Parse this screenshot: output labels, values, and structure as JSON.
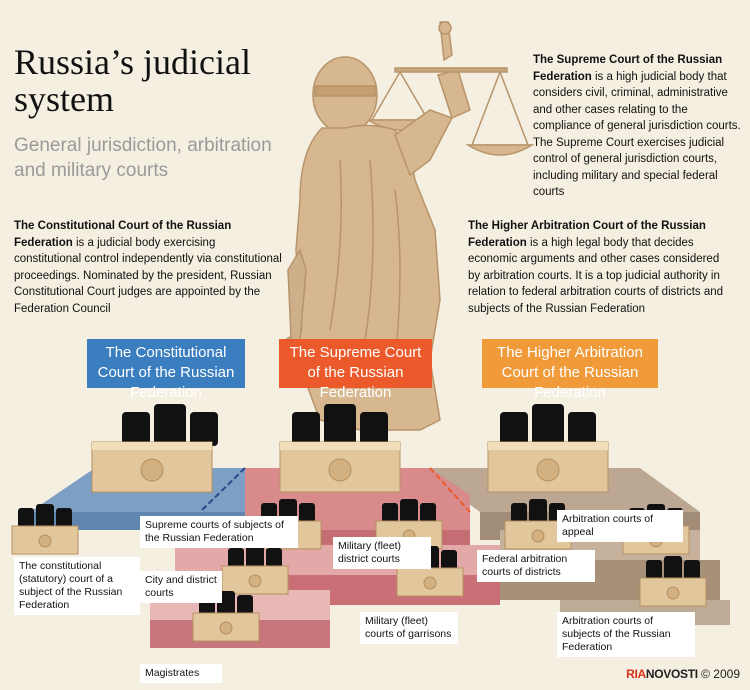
{
  "title": "Russia’s judicial system",
  "subtitle": "General jurisdiction, arbitration and military courts",
  "descriptions": {
    "constitutional": {
      "bold": "The Constitutional Court of the Russian Federation",
      "text": " is a judicial body exercising constitutional control independently via constitutional proceedings. Nominated by the president, Russian Constitutional Court judges are appointed by the Federation Council"
    },
    "supreme": {
      "bold": "The Supreme Court of the Russian Federation",
      "text": " is a high judicial body that considers civil, criminal, administrative and other cases relating to the compliance of general jurisdiction courts. The Supreme Court exercises judicial control of general jurisdiction courts, including military and special federal courts"
    },
    "arbitration": {
      "bold": "The Higher Arbitration Court of the Russian Federation",
      "text": " is a high legal body that decides economic arguments and other cases considered by arbitration courts. It is a top judicial authority in relation to federal arbitration courts of districts and subjects of the Russian Federation"
    }
  },
  "courts": {
    "constitutional": "The Constitutional Court of the Russian Federation",
    "supreme": "The Supreme Court of the Russian Federation",
    "arbitration": "The Higher Arbitration Court of the Russian Federation"
  },
  "colors": {
    "constitutional": "#3b7ec0",
    "supreme": "#ec5a2c",
    "arbitration": "#f19a3a",
    "background": "#f4efe0"
  },
  "callouts": {
    "statutory": "The constitutional (statutory) court of a subject of the Russian Federation",
    "supreme_subjects": "Supreme courts of subjects of the Russian Federation",
    "city_district": "City and district courts",
    "magistrates": "Magistrates",
    "military_district": "Military (fleet) district courts",
    "military_garrisons": "Military (fleet) courts of garrisons",
    "arb_appeal": "Arbitration courts of appeal",
    "federal_arb_districts": "Federal arbitration courts of districts",
    "arb_subjects": "Arbitration courts of subjects of the Russian Federation"
  },
  "credit": {
    "ria": "RIA",
    "novosti": "NOVOSTI",
    "year": "© 2009"
  }
}
